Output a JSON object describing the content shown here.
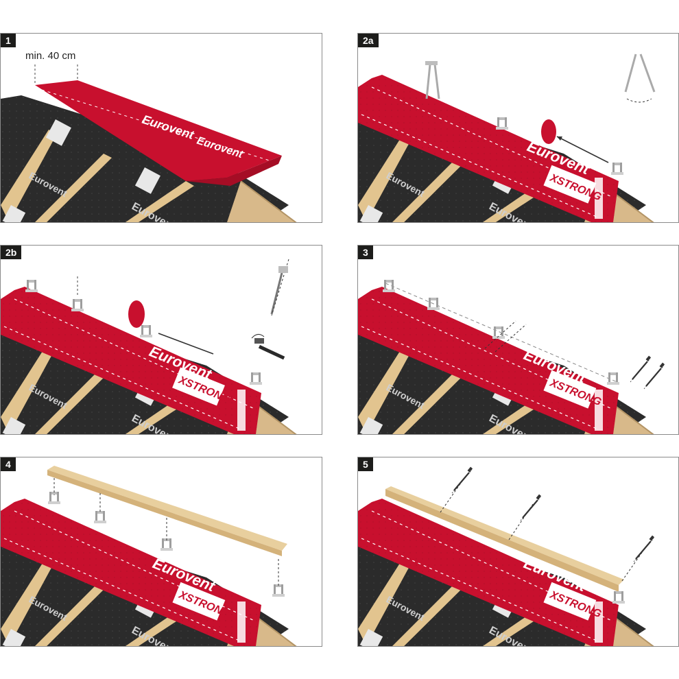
{
  "panels": [
    {
      "step": "1",
      "note": "min. 40 cm"
    },
    {
      "step": "2a"
    },
    {
      "step": "2b"
    },
    {
      "step": "3"
    },
    {
      "step": "4"
    },
    {
      "step": "5"
    }
  ],
  "membrane": {
    "brand": "Eurovent",
    "product": "XSTRONG",
    "x_letter": "X",
    "strong_word": "STRONG"
  },
  "colors": {
    "membrane_red": "#c8102e",
    "underlay_dark": "#2b2b2b",
    "timber": "#e2c48f",
    "gable": "#d8b98a",
    "hardware": "#bdbdbd"
  },
  "icons": [
    "ridge-bracket-icon",
    "hammer-icon",
    "screw-icon",
    "nail-icon",
    "cap-washer-icon",
    "timber-batten-icon"
  ]
}
